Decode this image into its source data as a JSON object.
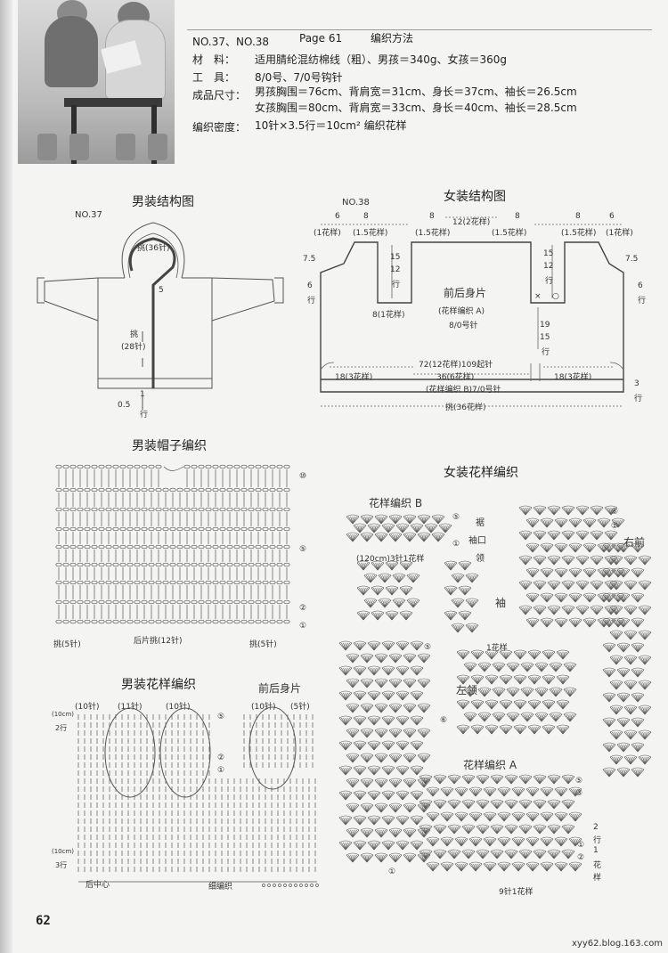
{
  "header": {
    "models": "NO.37、NO.38",
    "page_ref": "Page 61",
    "section": "编织方法",
    "material_label": "材　料：",
    "material_value": "适用腈纶混纺棉线（粗）、男孩＝340g、女孩＝360g",
    "tool_label": "工　具：",
    "tool_value": "8/0号、7/0号钩针",
    "size_label": "成品尺寸：",
    "size_boy": "男孩胸围＝76cm、背肩宽＝31cm、身长＝37cm、袖长＝26.5cm",
    "size_girl": "女孩胸围＝80cm、背肩宽＝33cm、身长＝40cm、袖长＝28.5cm",
    "gauge_label": "编织密度：",
    "gauge_value": "10针×3.5行＝10cm² 编织花样"
  },
  "boy_structure": {
    "title": "男装结构图",
    "model": "NO.37",
    "hood_pick": "挑(36针)",
    "num_5": "5",
    "body_pick_1": "挑",
    "body_pick_2": "(28针)",
    "bottom_dim": "0.5",
    "bottom_dim_1": "1",
    "bottom_dim_row": "行"
  },
  "girl_structure": {
    "title": "女装结构图",
    "model": "NO.38",
    "top_6a": "6",
    "top_8a": "8",
    "top_8b": "8",
    "top_12": "12(2花样)",
    "top_8c": "8",
    "top_8d": "8",
    "top_6b": "6",
    "pat_1": "(1花样)",
    "pat_15a": "(1.5花样)",
    "pat_15b": "(1.5花样)",
    "pat_15c": "(1.5花样)",
    "pat_15d": "(1.5花样)",
    "pat_1b": "(1花样)",
    "left_75": "7.5",
    "left_6": "6",
    "left_hang": "行",
    "right_75": "7.5",
    "right_6": "6",
    "right_hang": "行",
    "mid_15": "15",
    "mid_12": "12",
    "mid_hang": "行",
    "mid2_15": "15",
    "mid2_12": "12",
    "mid2_hang": "行",
    "body_label": "前后身片",
    "body_pattern": "(花样编织 A)",
    "body_hook": "8/0号针",
    "eight_pat": "8(1花样)",
    "r19": "19",
    "r15": "15",
    "r_hang": "行",
    "start": "72(12花样)109起针",
    "mid36": "36(6花样)",
    "side18a": "18(3花样)",
    "side18b": "18(3花样)",
    "pattern_b": "(花样编织 B)7/0号针",
    "bottom_pick": "挑(36花样)",
    "r3": "3",
    "r3_hang": "行",
    "x_mark": "×",
    "o_mark": "○"
  },
  "hood_chart": {
    "title": "男装帽子编织",
    "left_pick": "挑(5针)",
    "center_pick": "后片挑(12针)",
    "right_pick": "挑(5针)",
    "row_marks": [
      "⑩",
      "⑤",
      "②",
      "①"
    ]
  },
  "boy_pattern": {
    "title": "男装花样编织",
    "body_title": "前后身片",
    "c10a": "(10针)",
    "c11": "(11针)",
    "c10b": "(10针)",
    "c10c": "(10针)",
    "c5": "(5针)",
    "top_hang_a": "(10cm)",
    "top_hang_b": "2行",
    "bot_hang_a": "(10cm)",
    "bot_hang_b": "3行",
    "center_back": "后中心",
    "fine_edge": "细编织",
    "row_marks": [
      "⑤",
      "②",
      "①",
      "⑤",
      "①"
    ]
  },
  "girl_pattern": {
    "title": "女装花样编织",
    "pattern_b": "花样编织 B",
    "hem_1": "裾",
    "hem_2": "袖口",
    "hem_3": "领",
    "b_repeat": "(120cm)3针1花样",
    "right_front": "右前",
    "sleeve": "袖",
    "one_pat": "1花样",
    "left_collar": "左领",
    "pattern_a": "花样编织 A",
    "nine_one": "9针1花样",
    "side_2": "2",
    "side_row": "行",
    "side_1": "1",
    "side_pat1": "花",
    "side_pat2": "样",
    "row_marks": [
      "⑤",
      "①",
      "⑥",
      "①",
      "⑤",
      "⑥",
      "⑤",
      "③",
      "①",
      "②",
      "①"
    ]
  },
  "footer": {
    "page_number": "62",
    "watermark": "xyy62.blog.163.com"
  }
}
